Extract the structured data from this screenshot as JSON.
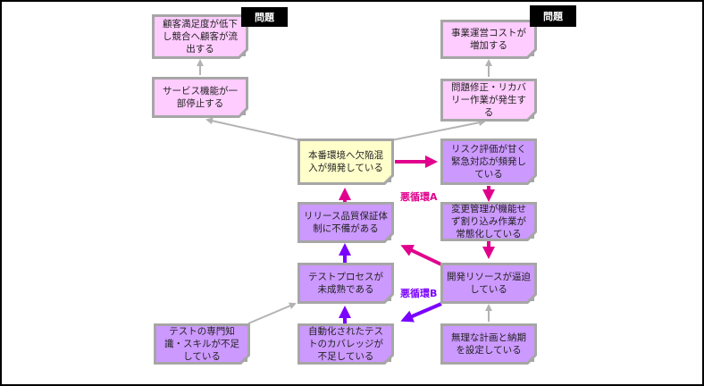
{
  "colors": {
    "problem_fill": "#ffccff",
    "core_fill": "#ffffcc",
    "cause_fill": "#cc99ff",
    "border": "#a6a6a6",
    "loop_a": "#e0008c",
    "loop_b": "#7a00ff",
    "neutral_arrow": "#b3b3b3"
  },
  "tags": {
    "problem_left": "問題",
    "problem_right": "問題"
  },
  "loops": {
    "a": "悪循環A",
    "b": "悪循環B"
  },
  "nodes": {
    "customer_loss": "顧客満足度が低下し競合へ顧客が流出する",
    "service_stop": "サービス機能が一部停止する",
    "cost_increase": "事業運営コストが増加する",
    "fix_recovery": "問題修正・リカバリー作業が発生する",
    "defects": "本番環境へ欠陥混入が頻発している",
    "risk_eval": "リスク評価が甘く緊急対応が頻発している",
    "change_mgmt": "変更管理が機能せず割り込み作業が常態化している",
    "release_qa": "リリース品質保証体制に不備がある",
    "dev_resources": "開発リソースが逼迫している",
    "test_process": "テストプロセスが未成熟である",
    "test_skills": "テストの専門知識・スキルが不足している",
    "automation": "自動化されたテストのカバレッジが不足している",
    "plan_deadline": "無理な計画と納期を設定している"
  }
}
